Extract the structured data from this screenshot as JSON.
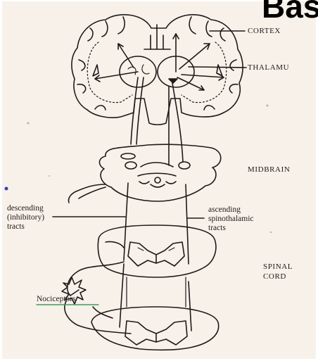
{
  "corner_text": "Bas",
  "labels": {
    "cortex": "CORTEX",
    "thalamus": "THALAMU",
    "midbrain": "MIDBRAIN",
    "descending_line1": "descending",
    "descending_line2": "(inhibitory)",
    "descending_line3": "tracts",
    "ascending_line1": "ascending",
    "ascending_line2": "spinothalamic",
    "ascending_line3": "tracts",
    "spinal_line1": "SPINAL",
    "spinal_line2": "CORD",
    "nociceptors": "Nociceptors"
  },
  "colors": {
    "ink": "#1e1a18",
    "paper": "#f7f1ea",
    "nociceptor_underline": "#3f9a5a"
  }
}
